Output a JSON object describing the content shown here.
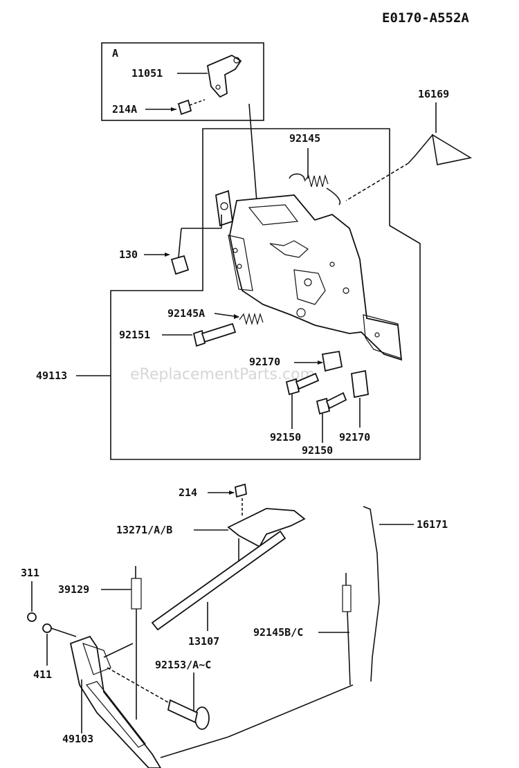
{
  "diagram_code": "E0170-A552A",
  "watermark": "eReplacementParts.com",
  "inset_label": "A",
  "parts": {
    "p11051": "11051",
    "p214A": "214A",
    "p16169": "16169",
    "p92145": "92145",
    "p130": "130",
    "p92145A": "92145A",
    "p92151": "92151",
    "p49113": "49113",
    "p92170a": "92170",
    "p92150a": "92150",
    "p92170b": "92170",
    "p92150b": "92150",
    "p214": "214",
    "p13271": "13271/A/B",
    "p16171": "16171",
    "p311": "311",
    "p39129": "39129",
    "p13107": "13107",
    "p92145BC": "92145B/C",
    "p411": "411",
    "p92153": "92153/A~C",
    "p49103": "49103"
  }
}
